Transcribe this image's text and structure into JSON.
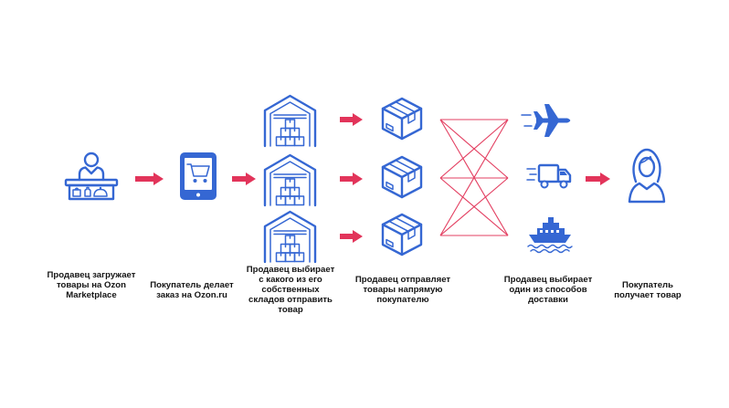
{
  "colors": {
    "icon": "#3567D3",
    "arrow": "#E2345A",
    "connector": "#E33F61",
    "text": "#141414"
  },
  "steps": [
    {
      "icon": "seller-counter-icon",
      "caption": [
        "Продавец загружает",
        "товары на Ozon",
        "Marketplace"
      ]
    },
    {
      "icon": "tablet-cart-icon",
      "caption": [
        "Покупатель делает",
        "заказ на Ozon.ru"
      ]
    },
    {
      "icon": "warehouse-icon",
      "caption": [
        "Продавец выбирает",
        "с какого из его",
        "собственных",
        "складов отправить",
        "товар"
      ]
    },
    {
      "icon": "parcel-box-icon",
      "caption": [
        "Продавец отправляет",
        "товары напрямую",
        "покупателю"
      ]
    },
    {
      "icon": [
        "airplane-icon",
        "truck-icon",
        "ship-icon"
      ],
      "caption": [
        "Продавец выбирает",
        "один из способов",
        "доставки"
      ]
    },
    {
      "icon": "customer-icon",
      "caption": [
        "Покупатель",
        "получает товар"
      ]
    }
  ]
}
